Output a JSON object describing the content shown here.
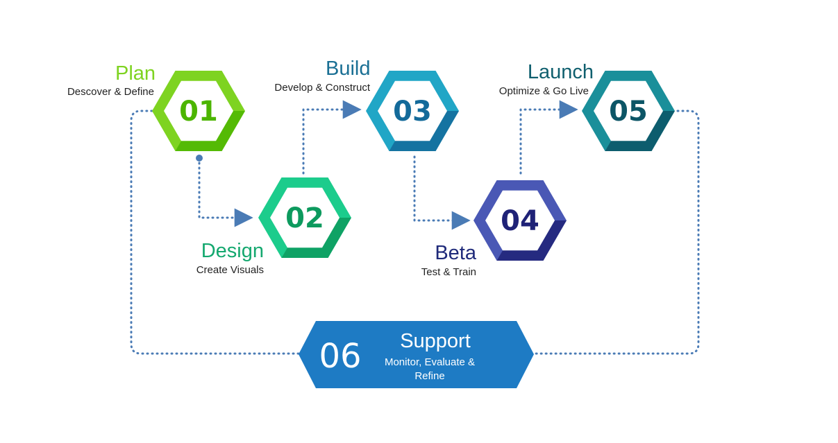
{
  "steps": [
    {
      "number": "01",
      "title": "Plan",
      "subtitle": "Descover & Define",
      "color": "#7ed321",
      "dark": "#4cb500"
    },
    {
      "number": "02",
      "title": "Design",
      "subtitle": "Create Visuals",
      "color": "#1ccc8c",
      "dark": "#0d9a5e"
    },
    {
      "number": "03",
      "title": "Build",
      "subtitle": "Develop & Construct",
      "color": "#21a6c6",
      "dark": "#136a9a"
    },
    {
      "number": "04",
      "title": "Beta",
      "subtitle": "Test & Train",
      "color": "#4a58b5",
      "dark": "#1f2277"
    },
    {
      "number": "05",
      "title": "Launch",
      "subtitle": "Optimize & Go Live",
      "color": "#1a8f9a",
      "dark": "#0c5566"
    }
  ],
  "support": {
    "number": "06",
    "title": "Support",
    "subtitle_line1": "Monitor, Evaluate &",
    "subtitle_line2": "Refine",
    "color": "#1e7bc4"
  },
  "connector_color": "#4a7bb5"
}
